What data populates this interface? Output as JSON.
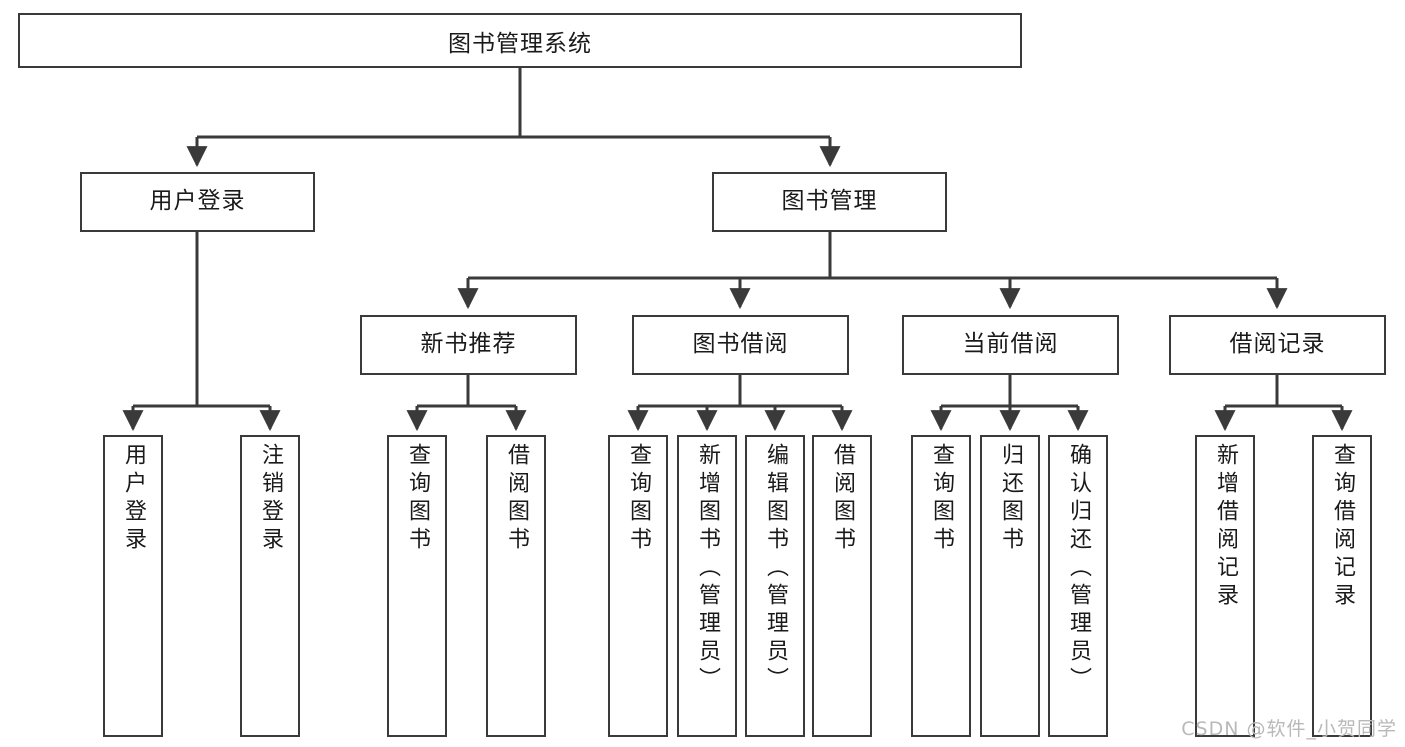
{
  "diagram": {
    "title": "图书管理系统",
    "type": "tree",
    "style": {
      "box_border_color": "#3a3a3a",
      "box_fill": "#ffffff",
      "line_color": "#3a3a3a",
      "text_color": "#1a1a1a",
      "background": "#ffffff",
      "watermark_color": "#b9b9b9"
    },
    "nodes": {
      "root": {
        "label": "图书管理系统"
      },
      "level2": [
        {
          "id": "user-login",
          "label": "用户登录"
        },
        {
          "id": "book-manage",
          "label": "图书管理"
        }
      ],
      "level3": [
        {
          "id": "new-book-recommend",
          "label": "新书推荐"
        },
        {
          "id": "book-borrow",
          "label": "图书借阅"
        },
        {
          "id": "current-borrow",
          "label": "当前借阅"
        },
        {
          "id": "borrow-record",
          "label": "借阅记录"
        }
      ],
      "leaves": {
        "user-login": [
          {
            "id": "leaf-user-login",
            "label": "用户登录"
          },
          {
            "id": "leaf-user-logout",
            "label": "注销登录"
          }
        ],
        "new-book-recommend": [
          {
            "id": "leaf-query-book-1",
            "label": "查询图书"
          },
          {
            "id": "leaf-borrow-book-1",
            "label": "借阅图书"
          }
        ],
        "book-borrow": [
          {
            "id": "leaf-query-book-2",
            "label": "查询图书"
          },
          {
            "id": "leaf-add-book",
            "label": "新增图书（管理员）"
          },
          {
            "id": "leaf-edit-book",
            "label": "编辑图书（管理员）"
          },
          {
            "id": "leaf-borrow-book-2",
            "label": "借阅图书"
          }
        ],
        "current-borrow": [
          {
            "id": "leaf-query-book-3",
            "label": "查询图书"
          },
          {
            "id": "leaf-return-book",
            "label": "归还图书"
          },
          {
            "id": "leaf-confirm-return",
            "label": "确认归还（管理员）"
          }
        ],
        "borrow-record": [
          {
            "id": "leaf-add-record",
            "label": "新增借阅记录"
          },
          {
            "id": "leaf-query-record",
            "label": "查询借阅记录"
          }
        ]
      }
    },
    "watermark": "CSDN @软件_小贺同学"
  }
}
